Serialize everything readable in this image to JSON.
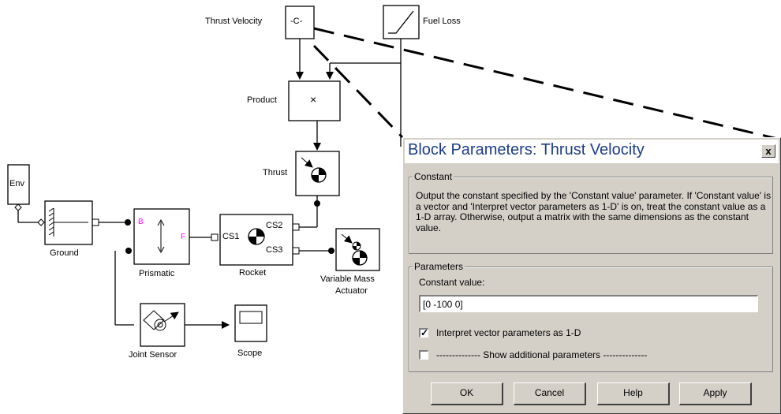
{
  "blocks": {
    "thrust_velocity": {
      "label": "Thrust Velocity",
      "text": "-C-"
    },
    "fuel_loss": {
      "label": "Fuel Loss"
    },
    "product": {
      "label": "Product",
      "text": "×"
    },
    "thrust": {
      "label": "Thrust"
    },
    "env": {
      "text": "Env"
    },
    "ground": {
      "label": "Ground"
    },
    "prismatic": {
      "label": "Prismatic",
      "port_b": "B",
      "port_f": "F"
    },
    "rocket": {
      "label": "Rocket",
      "cs1": "CS1",
      "cs2": "CS2",
      "cs3": "CS3"
    },
    "vma": {
      "label_line1": "Variable Mass",
      "label_line2": "Actuator"
    },
    "joint_sensor": {
      "label": "Joint Sensor"
    },
    "scope": {
      "label": "Scope"
    }
  },
  "dialog": {
    "title": "Block Parameters: Thrust Velocity",
    "close": "x",
    "constant_group": "Constant",
    "description": "Output the constant specified by the 'Constant value' parameter. If 'Constant value' is a vector and 'Interpret vector parameters as 1-D' is on, treat the constant value as a 1-D array. Otherwise, output a matrix with the same dimensions as the constant value.",
    "parameters_group": "Parameters",
    "constant_value_label": "Constant value:",
    "constant_value": "[0 -100 0]",
    "interpret_label": "Interpret vector parameters as 1-D",
    "interpret_checked": "✓",
    "additional_label": "-------------- Show additional parameters --------------",
    "buttons": {
      "ok": "OK",
      "cancel": "Cancel",
      "help": "Help",
      "apply": "Apply"
    }
  }
}
